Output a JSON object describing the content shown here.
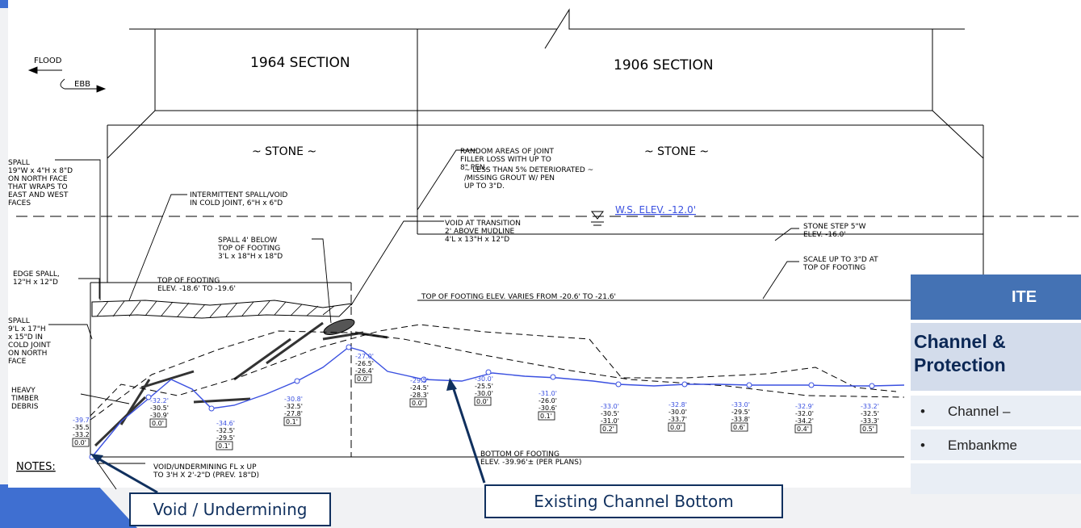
{
  "callouts": {
    "void": "Void / Undermining",
    "channel": "Existing Channel Bottom"
  },
  "table": {
    "header": "ITE",
    "subheader_line1": "Channel &",
    "subheader_line2": "Protection",
    "rows": [
      "Channel –",
      "Embankme",
      ""
    ]
  },
  "drawing": {
    "section_1964": "1964 SECTION",
    "section_1906": "1906 SECTION",
    "flood": "FLOOD",
    "ebb": "EBB",
    "stone": "~ STONE ~",
    "ws_elev": "W.S. ELEV. -12.0'",
    "notes": "NOTES:",
    "notes_left": [
      {
        "lines": [
          "SPALL",
          "19\"W x 4\"H x 8\"D",
          "ON NORTH FACE",
          "THAT WRAPS TO",
          "EAST AND WEST",
          "FACES"
        ]
      },
      {
        "lines": [
          "EDGE SPALL,",
          "12\"H x 12\"D"
        ]
      },
      {
        "lines": [
          "SPALL",
          "9'L x 17\"H",
          "x 15\"D IN",
          "COLD JOINT",
          "ON NORTH",
          "FACE"
        ]
      },
      {
        "lines": [
          "HEAVY",
          "TIMBER",
          "DEBRIS"
        ]
      }
    ],
    "notes_mid": [
      {
        "lines": [
          "INTERMITTENT SPALL/VOID",
          "IN COLD JOINT, 6\"H x 6\"D"
        ]
      },
      {
        "lines": [
          "SPALL 4' BELOW",
          "TOP OF FOOTING",
          "3'L x 18\"H x 18\"D"
        ]
      },
      {
        "lines": [
          "TOP OF FOOTING",
          "ELEV. -18.6' TO -19.6'"
        ]
      },
      {
        "lines": [
          "RANDOM AREAS OF JOINT",
          "FILLER LOSS WITH UP TO",
          "8\" PEN."
        ]
      },
      {
        "lines": [
          "~ LESS THAN 5% DETERIORATED ~",
          "/MISSING GROUT W/ PEN",
          "UP TO 3\"D."
        ]
      },
      {
        "lines": [
          "VOID AT TRANSITION",
          "2' ABOVE MUDLINE",
          "4'L x 13\"H x 12\"D"
        ]
      },
      {
        "lines": [
          "STONE STEP 5\"W",
          "ELEV. -16.0'"
        ]
      },
      {
        "lines": [
          "SCALE UP TO 3\"D AT",
          "TOP OF FOOTING"
        ]
      },
      {
        "lines": [
          "TOP OF FOOTING ELEV. VARIES FROM -20.6' TO -21.6'"
        ]
      },
      {
        "lines": [
          "BOTTOM OF FOOTING",
          "ELEV. -39.96'± (PER PLANS)"
        ]
      },
      {
        "lines": [
          "VOID/UNDERMINING FL x UP",
          "TO 3'H X 2'-2\"D (PREV. 18\"D)"
        ]
      }
    ],
    "soundings": [
      {
        "vals": [
          "-39.7'",
          "-35.5'",
          "-33.2'"
        ],
        "box": "0.0'"
      },
      {
        "vals": [
          "-32.2'",
          "-30.5'",
          "-30.9'"
        ],
        "box": "0.0'"
      },
      {
        "vals": [
          "-34.6'",
          "-32.5'",
          "-29.5'"
        ],
        "box": "0.1'"
      },
      {
        "vals": [
          "-30.8'",
          "-32.5'",
          "-27.8'"
        ],
        "box": "0.1'"
      },
      {
        "vals": [
          "-27.0'",
          "-26.5'",
          "-26.4'"
        ],
        "box": "0.0'"
      },
      {
        "vals": [
          "-29.5'",
          "-24.5'",
          "-28.3'"
        ],
        "box": "0.0'"
      },
      {
        "vals": [
          "-30.0'",
          "-25.5'",
          "-30.0'"
        ],
        "box": "0.0'"
      },
      {
        "vals": [
          "-31.0'",
          "-26.0'",
          "-30.6'"
        ],
        "box": "0.1'"
      },
      {
        "vals": [
          "-33.0'",
          "-30.5'",
          "-31.0'"
        ],
        "box": "0.2'"
      },
      {
        "vals": [
          "-32.8'",
          "-30.0'",
          "-33.7'"
        ],
        "box": "0.0'"
      },
      {
        "vals": [
          "-33.0'",
          "-29.5'",
          "-33.8'"
        ],
        "box": "0.6'"
      },
      {
        "vals": [
          "-32.9'",
          "-32.0'",
          "-34.2'"
        ],
        "box": "0.4'"
      },
      {
        "vals": [
          "-33.2'",
          "-32.5'",
          "-33.3'"
        ],
        "box": "0.5'"
      }
    ]
  },
  "colors": {
    "channel_line": "#3a50e0",
    "navy": "#10305e",
    "table_header": "#4472b4",
    "slide_accent": "#3f6fd1"
  }
}
